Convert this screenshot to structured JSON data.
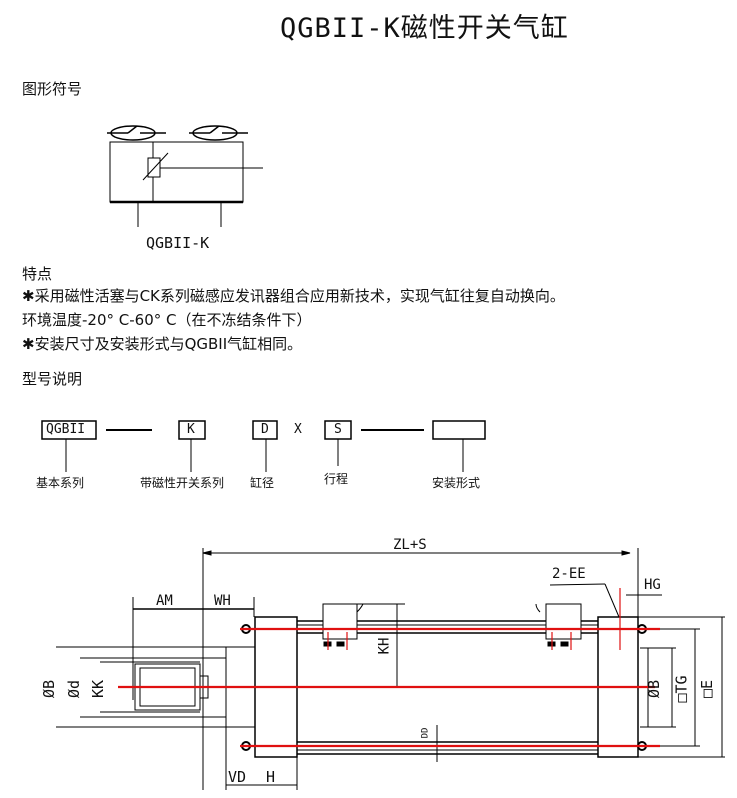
{
  "title": "QGBII-K磁性开关气缸",
  "symbol_section": {
    "heading": "图形符号",
    "label": "QGBII-K"
  },
  "features": {
    "heading": "特点",
    "lines": [
      "✱采用磁性活塞与CK系列磁感应发讯器组合应用新技术，实现气缸往复自动换向。",
      "环境温度-20° C-60° C（在不冻结条件下）",
      "✱安装尺寸及安装形式与QGBII气缸相同。"
    ]
  },
  "model": {
    "heading": "型号说明",
    "codes": [
      "QGBII",
      "K",
      "D",
      "S",
      ""
    ],
    "separator_x": "X",
    "captions": [
      "基本系列",
      "带磁性开关系列",
      "缸径",
      "行程",
      "安装形式"
    ]
  },
  "drawing": {
    "dims": {
      "zl_s": "ZL+S",
      "am": "AM",
      "wh": "WH",
      "ee": "2-EE",
      "hg": "HG",
      "kh": "KH",
      "dd": "DD",
      "vd": "VD",
      "h": "H",
      "b_left": "ØB",
      "d": "Ød",
      "kk": "KK",
      "b_right": "ØB",
      "tg": "□TG",
      "e": "□E"
    },
    "centerline_color": "#e01010"
  }
}
